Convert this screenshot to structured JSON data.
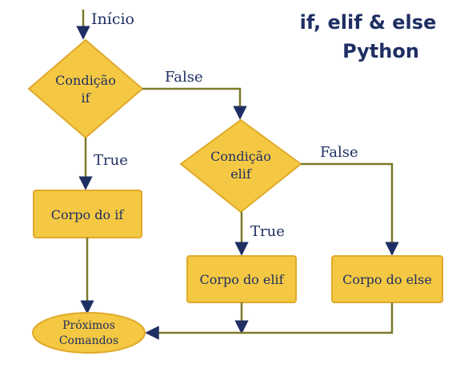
{
  "title": {
    "line1": "if, elif & else",
    "line2": "Python"
  },
  "start_label": "Início",
  "decision_if": {
    "line1": "Condição",
    "line2": "if"
  },
  "decision_elif": {
    "line1": "Condição",
    "line2": "elif"
  },
  "edge_labels": {
    "if_false": "False",
    "if_true": "True",
    "elif_false": "False",
    "elif_true": "True"
  },
  "process": {
    "if_body": "Corpo do if",
    "elif_body": "Corpo do elif",
    "else_body": "Corpo do else"
  },
  "terminal": {
    "line1": "Próximos",
    "line2": "Comandos"
  },
  "colors": {
    "fill": "#f4c842",
    "stroke": "#e0a92a",
    "line": "#7a7a2a",
    "arrow": "#1f2f63",
    "text": "#1f2f63"
  }
}
